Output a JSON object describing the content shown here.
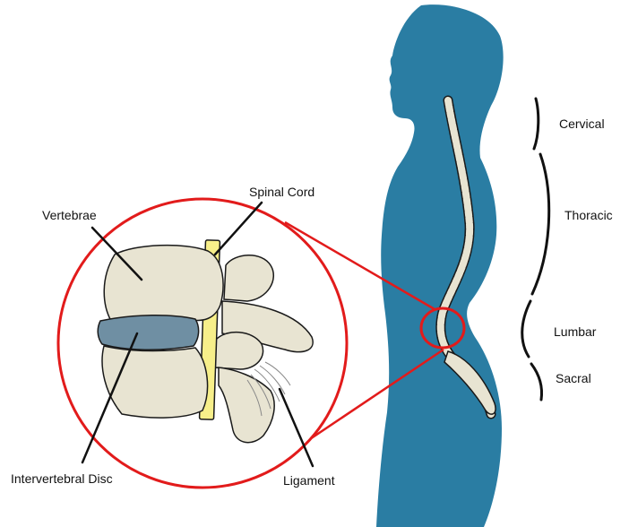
{
  "labels": {
    "spinal_cord": "Spinal Cord",
    "vertebrae": "Vertebrae",
    "intervertebral_disc": "Intervertebral Disc",
    "ligament": "Ligament"
  },
  "regions": {
    "cervical": "Cervical",
    "thoracic": "Thoracic",
    "lumbar": "Lumbar",
    "sacral": "Sacral"
  },
  "colors": {
    "body": "#2a7da3",
    "bone": "#e8e4d2",
    "disc": "#6f8fa3",
    "spinal_cord": "#f7ef8a",
    "highlight": "#e21b1b",
    "outline": "#1a1a1a"
  }
}
